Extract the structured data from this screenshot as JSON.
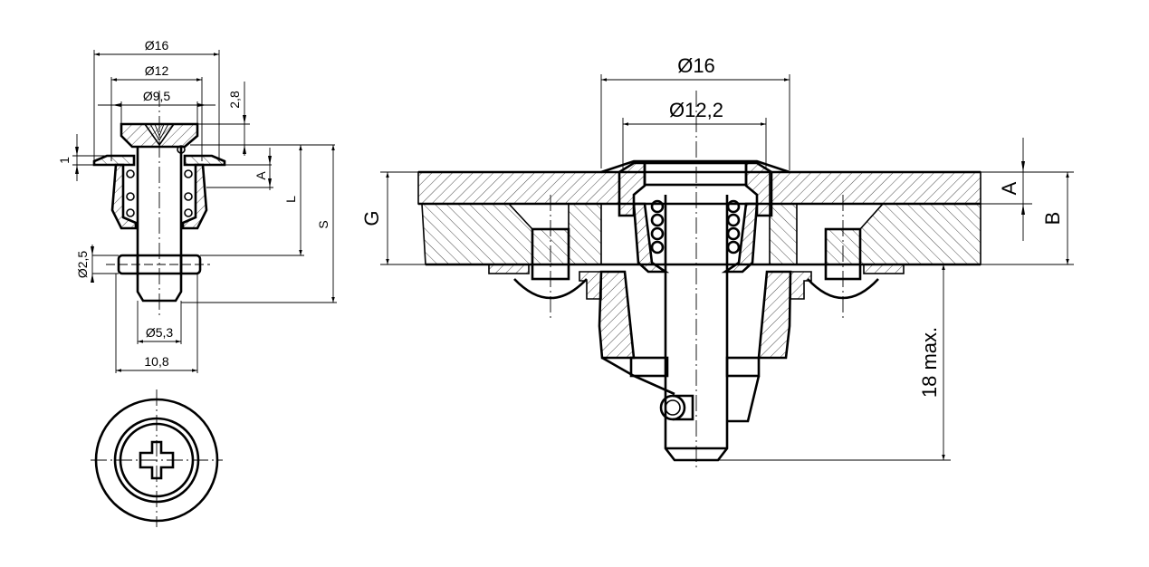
{
  "drawing": {
    "type": "technical-drawing",
    "views": {
      "side_view": {
        "dimensions": {
          "d_outer": "Ø16",
          "d_mid": "Ø12",
          "d_head": "Ø9,5",
          "head_height": "2,8",
          "flange_thickness": "1",
          "a": "A",
          "l": "L",
          "s": "S",
          "pin_dia": "Ø2,5",
          "shaft_dia": "Ø5,3",
          "pin_length": "10,8"
        }
      },
      "top_view": {
        "description": "Phillips head plan view"
      },
      "assembly_section": {
        "dimensions": {
          "d_outer": "Ø16",
          "d_hole": "Ø12,2",
          "g": "G",
          "a": "A",
          "b": "B",
          "protrusion": "18 max."
        }
      }
    }
  }
}
